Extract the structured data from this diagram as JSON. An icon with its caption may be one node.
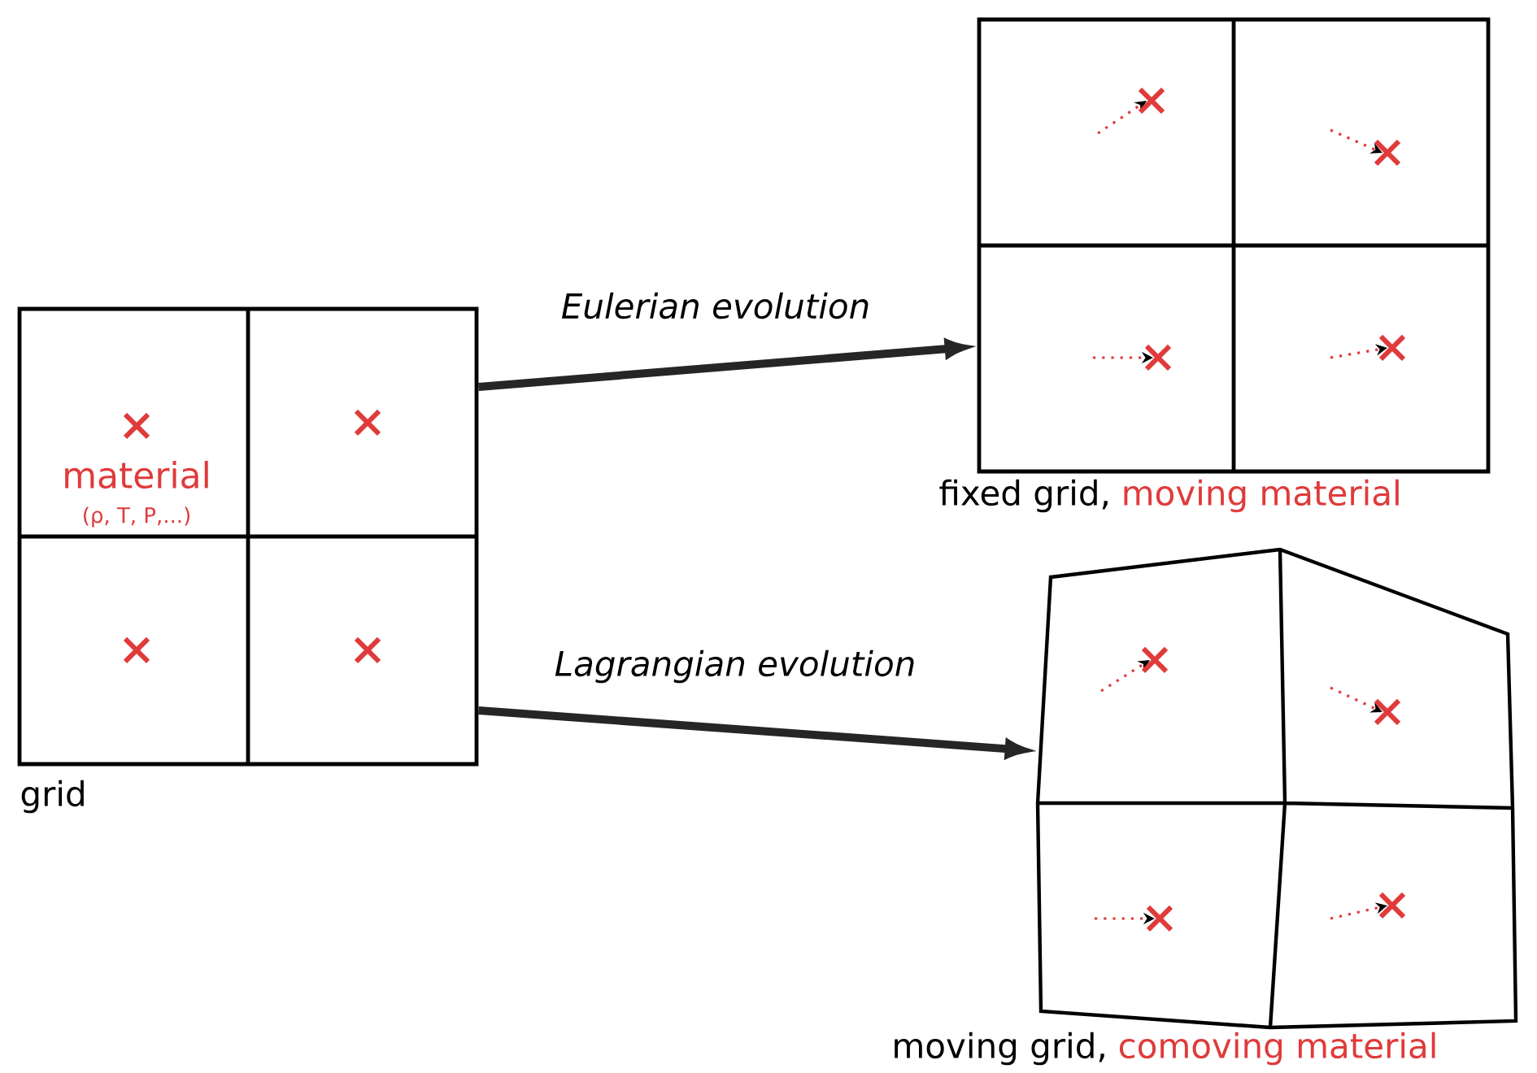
{
  "diagram": {
    "nodes": [
      {
        "text": [
          "material",
          "(ρ, T, P,...)"
        ],
        "beside": [
          "grid"
        ]
      },
      {
        "text": [],
        "shape": "box",
        "beside": [
          "fixed grid,",
          "moving material"
        ]
      },
      {
        "text": [],
        "shape": "box",
        "beside": [
          "moving grid,",
          "comoving material"
        ]
      }
    ],
    "edges": [
      {
        "from": 0,
        "to": 1,
        "arrow": "to",
        "label": "Eulerian evolution"
      },
      {
        "from": 0,
        "to": 2,
        "arrow": "to",
        "label": "Lagrangian evolution"
      }
    ]
  }
}
